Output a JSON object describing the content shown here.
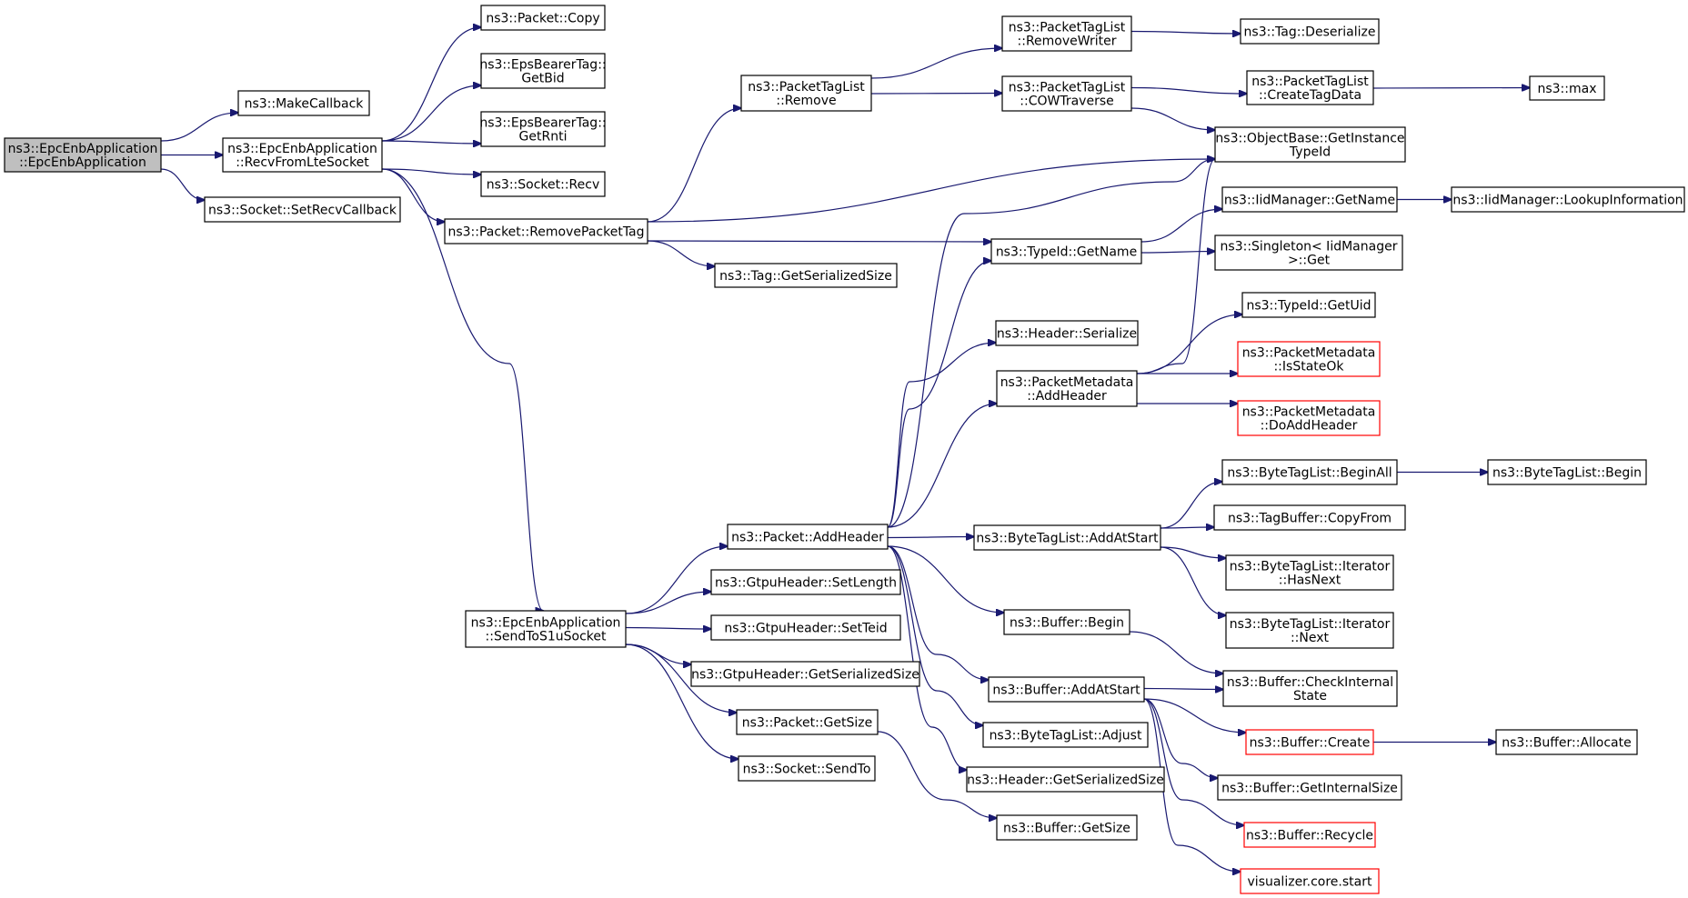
{
  "colors": {
    "edge": "#191970",
    "root_fill": "#bfbfbf",
    "truncated_border": "#ff0000",
    "border": "#000000"
  },
  "nodes": [
    {
      "id": "root",
      "lines": [
        "ns3::EpcEnbApplication",
        "::EpcEnbApplication"
      ],
      "style": "root"
    },
    {
      "id": "makecallback",
      "lines": [
        "ns3::MakeCallback"
      ]
    },
    {
      "id": "recvfromlte",
      "lines": [
        "ns3::EpcEnbApplication",
        "::RecvFromLteSocket"
      ]
    },
    {
      "id": "setrecvcb",
      "lines": [
        "ns3::Socket::SetRecvCallback"
      ]
    },
    {
      "id": "pktcopy",
      "lines": [
        "ns3::Packet::Copy"
      ]
    },
    {
      "id": "getbid",
      "lines": [
        "ns3::EpsBearerTag::",
        "GetBid"
      ]
    },
    {
      "id": "getrnti",
      "lines": [
        "ns3::EpsBearerTag::",
        "GetRnti"
      ]
    },
    {
      "id": "sockrecv",
      "lines": [
        "ns3::Socket::Recv"
      ]
    },
    {
      "id": "removepkttag",
      "lines": [
        "ns3::Packet::RemovePacketTag"
      ]
    },
    {
      "id": "sendtos1u",
      "lines": [
        "ns3::EpcEnbApplication",
        "::SendToS1uSocket"
      ]
    },
    {
      "id": "ptlremove",
      "lines": [
        "ns3::PacketTagList",
        "::Remove"
      ]
    },
    {
      "id": "taggetsersize",
      "lines": [
        "ns3::Tag::GetSerializedSize"
      ]
    },
    {
      "id": "ptlremovewriter",
      "lines": [
        "ns3::PacketTagList",
        "::RemoveWriter"
      ]
    },
    {
      "id": "ptlcow",
      "lines": [
        "ns3::PacketTagList",
        "::COWTraverse"
      ]
    },
    {
      "id": "tagdeser",
      "lines": [
        "ns3::Tag::Deserialize"
      ]
    },
    {
      "id": "ptlcreatetag",
      "lines": [
        "ns3::PacketTagList",
        "::CreateTagData"
      ]
    },
    {
      "id": "max",
      "lines": [
        "ns3::max"
      ]
    },
    {
      "id": "objgetinst",
      "lines": [
        "ns3::ObjectBase::GetInstance",
        "TypeId"
      ]
    },
    {
      "id": "typeidgetname",
      "lines": [
        "ns3::TypeId::GetName"
      ]
    },
    {
      "id": "iidgetname",
      "lines": [
        "ns3::IidManager::GetName"
      ]
    },
    {
      "id": "iidlookup",
      "lines": [
        "ns3::IidManager::LookupInformation"
      ]
    },
    {
      "id": "singletonget",
      "lines": [
        "ns3::Singleton< IidManager",
        ">::Get"
      ]
    },
    {
      "id": "hdrserialize",
      "lines": [
        "ns3::Header::Serialize"
      ]
    },
    {
      "id": "pmaddheader",
      "lines": [
        "ns3::PacketMetadata",
        "::AddHeader"
      ]
    },
    {
      "id": "typeidgetuid",
      "lines": [
        "ns3::TypeId::GetUid"
      ]
    },
    {
      "id": "pmisstateok",
      "lines": [
        "ns3::PacketMetadata",
        "::IsStateOk"
      ],
      "style": "red"
    },
    {
      "id": "pmdoaddheader",
      "lines": [
        "ns3::PacketMetadata",
        "::DoAddHeader"
      ],
      "style": "red"
    },
    {
      "id": "pktaddheader",
      "lines": [
        "ns3::Packet::AddHeader"
      ]
    },
    {
      "id": "gtpusetlen",
      "lines": [
        "ns3::GtpuHeader::SetLength"
      ]
    },
    {
      "id": "gtpusetteid",
      "lines": [
        "ns3::GtpuHeader::SetTeid"
      ]
    },
    {
      "id": "gtpugetser",
      "lines": [
        "ns3::GtpuHeader::GetSerializedSize"
      ]
    },
    {
      "id": "pktgetsize",
      "lines": [
        "ns3::Packet::GetSize"
      ]
    },
    {
      "id": "socksendto",
      "lines": [
        "ns3::Socket::SendTo"
      ]
    },
    {
      "id": "btladdatstart",
      "lines": [
        "ns3::ByteTagList::AddAtStart"
      ]
    },
    {
      "id": "btlbeginall",
      "lines": [
        "ns3::ByteTagList::BeginAll"
      ]
    },
    {
      "id": "btlbegin",
      "lines": [
        "ns3::ByteTagList::Begin"
      ]
    },
    {
      "id": "tbcopyfrom",
      "lines": [
        "ns3::TagBuffer::CopyFrom"
      ]
    },
    {
      "id": "btlithasnext",
      "lines": [
        "ns3::ByteTagList::Iterator",
        "::HasNext"
      ]
    },
    {
      "id": "btlitnext",
      "lines": [
        "ns3::ByteTagList::Iterator",
        "::Next"
      ]
    },
    {
      "id": "bufbegin",
      "lines": [
        "ns3::Buffer::Begin"
      ]
    },
    {
      "id": "bufaddatstart",
      "lines": [
        "ns3::Buffer::AddAtStart"
      ]
    },
    {
      "id": "bufcheckint",
      "lines": [
        "ns3::Buffer::CheckInternal",
        "State"
      ]
    },
    {
      "id": "bufcreate",
      "lines": [
        "ns3::Buffer::Create"
      ],
      "style": "red"
    },
    {
      "id": "bufallocate",
      "lines": [
        "ns3::Buffer::Allocate"
      ]
    },
    {
      "id": "btladjust",
      "lines": [
        "ns3::ByteTagList::Adjust"
      ]
    },
    {
      "id": "bufgetintsize",
      "lines": [
        "ns3::Buffer::GetInternalSize"
      ]
    },
    {
      "id": "hdrgetser",
      "lines": [
        "ns3::Header::GetSerializedSize"
      ]
    },
    {
      "id": "bufrecycle",
      "lines": [
        "ns3::Buffer::Recycle"
      ],
      "style": "red"
    },
    {
      "id": "bufgetsize",
      "lines": [
        "ns3::Buffer::GetSize"
      ]
    },
    {
      "id": "vizstart",
      "lines": [
        "visualizer.core.start"
      ],
      "style": "red"
    }
  ],
  "edges": [
    [
      "root",
      "makecallback"
    ],
    [
      "root",
      "recvfromlte"
    ],
    [
      "root",
      "setrecvcb"
    ],
    [
      "recvfromlte",
      "pktcopy"
    ],
    [
      "recvfromlte",
      "getbid"
    ],
    [
      "recvfromlte",
      "getrnti"
    ],
    [
      "recvfromlte",
      "sockrecv"
    ],
    [
      "recvfromlte",
      "removepkttag"
    ],
    [
      "recvfromlte",
      "sendtos1u"
    ],
    [
      "removepkttag",
      "ptlremove"
    ],
    [
      "removepkttag",
      "objgetinst"
    ],
    [
      "removepkttag",
      "typeidgetname"
    ],
    [
      "removepkttag",
      "taggetsersize"
    ],
    [
      "ptlremove",
      "ptlremovewriter"
    ],
    [
      "ptlremove",
      "ptlcow"
    ],
    [
      "ptlremovewriter",
      "tagdeser"
    ],
    [
      "ptlcow",
      "ptlcreatetag"
    ],
    [
      "ptlcow",
      "objgetinst"
    ],
    [
      "ptlcreatetag",
      "max"
    ],
    [
      "typeidgetname",
      "iidgetname"
    ],
    [
      "typeidgetname",
      "singletonget"
    ],
    [
      "iidgetname",
      "iidlookup"
    ],
    [
      "pmaddheader",
      "objgetinst"
    ],
    [
      "pmaddheader",
      "typeidgetuid"
    ],
    [
      "pmaddheader",
      "pmisstateok"
    ],
    [
      "pmaddheader",
      "pmdoaddheader"
    ],
    [
      "sendtos1u",
      "pktaddheader"
    ],
    [
      "sendtos1u",
      "gtpusetlen"
    ],
    [
      "sendtos1u",
      "gtpusetteid"
    ],
    [
      "sendtos1u",
      "gtpugetser"
    ],
    [
      "sendtos1u",
      "pktgetsize"
    ],
    [
      "sendtos1u",
      "socksendto"
    ],
    [
      "pktaddheader",
      "objgetinst"
    ],
    [
      "pktaddheader",
      "typeidgetname"
    ],
    [
      "pktaddheader",
      "hdrserialize"
    ],
    [
      "pktaddheader",
      "pmaddheader"
    ],
    [
      "pktaddheader",
      "btladdatstart"
    ],
    [
      "pktaddheader",
      "bufbegin"
    ],
    [
      "pktaddheader",
      "bufaddatstart"
    ],
    [
      "pktaddheader",
      "btladjust"
    ],
    [
      "pktaddheader",
      "hdrgetser"
    ],
    [
      "btladdatstart",
      "btlbeginall"
    ],
    [
      "btladdatstart",
      "tbcopyfrom"
    ],
    [
      "btladdatstart",
      "btlithasnext"
    ],
    [
      "btladdatstart",
      "btlitnext"
    ],
    [
      "btlbeginall",
      "btlbegin"
    ],
    [
      "bufbegin",
      "bufcheckint"
    ],
    [
      "bufaddatstart",
      "bufcheckint"
    ],
    [
      "bufaddatstart",
      "bufcreate"
    ],
    [
      "bufaddatstart",
      "bufgetintsize"
    ],
    [
      "bufaddatstart",
      "bufrecycle"
    ],
    [
      "bufaddatstart",
      "vizstart"
    ],
    [
      "bufcreate",
      "bufallocate"
    ],
    [
      "pktgetsize",
      "bufgetsize"
    ]
  ]
}
